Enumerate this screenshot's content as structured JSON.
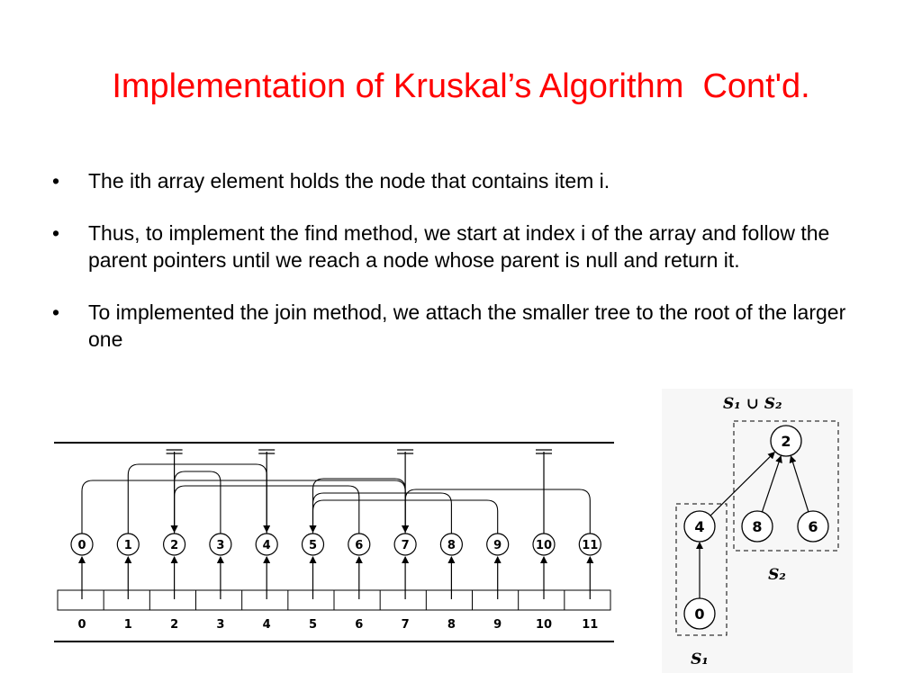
{
  "slide": {
    "title": "Implementation of Kruskal’s Algorithm  Cont'd.",
    "bullets": [
      "The ith array element holds the node that contains item i.",
      "Thus, to implement the find method, we start at index i of the array and follow the parent pointers until we reach a node whose parent is null and return it.",
      "To implemented the join method, we attach the smaller tree to the root of the larger one"
    ],
    "bullet_symbol": "•"
  },
  "array_diagram": {
    "nodes": [
      "0",
      "1",
      "2",
      "3",
      "4",
      "5",
      "6",
      "7",
      "8",
      "9",
      "10",
      "11"
    ],
    "indices": [
      "0",
      "1",
      "2",
      "3",
      "4",
      "5",
      "6",
      "7",
      "8",
      "9",
      "10",
      "11"
    ],
    "roots": [
      "2",
      "4",
      "7",
      "10"
    ],
    "parents": {
      "0": "7",
      "1": "4",
      "3": "2",
      "5": "7",
      "6": "2",
      "8": "5",
      "9": "5",
      "11": "7"
    }
  },
  "sets_diagram": {
    "union_label": "S₁ ∪ S₂",
    "s1_label": "S₁",
    "s2_label": "S₂",
    "s1_nodes": [
      "4",
      "0"
    ],
    "s2_nodes": [
      "2",
      "8",
      "6"
    ],
    "edges": [
      [
        "0",
        "4"
      ],
      [
        "4",
        "2"
      ],
      [
        "8",
        "2"
      ],
      [
        "6",
        "2"
      ]
    ]
  }
}
